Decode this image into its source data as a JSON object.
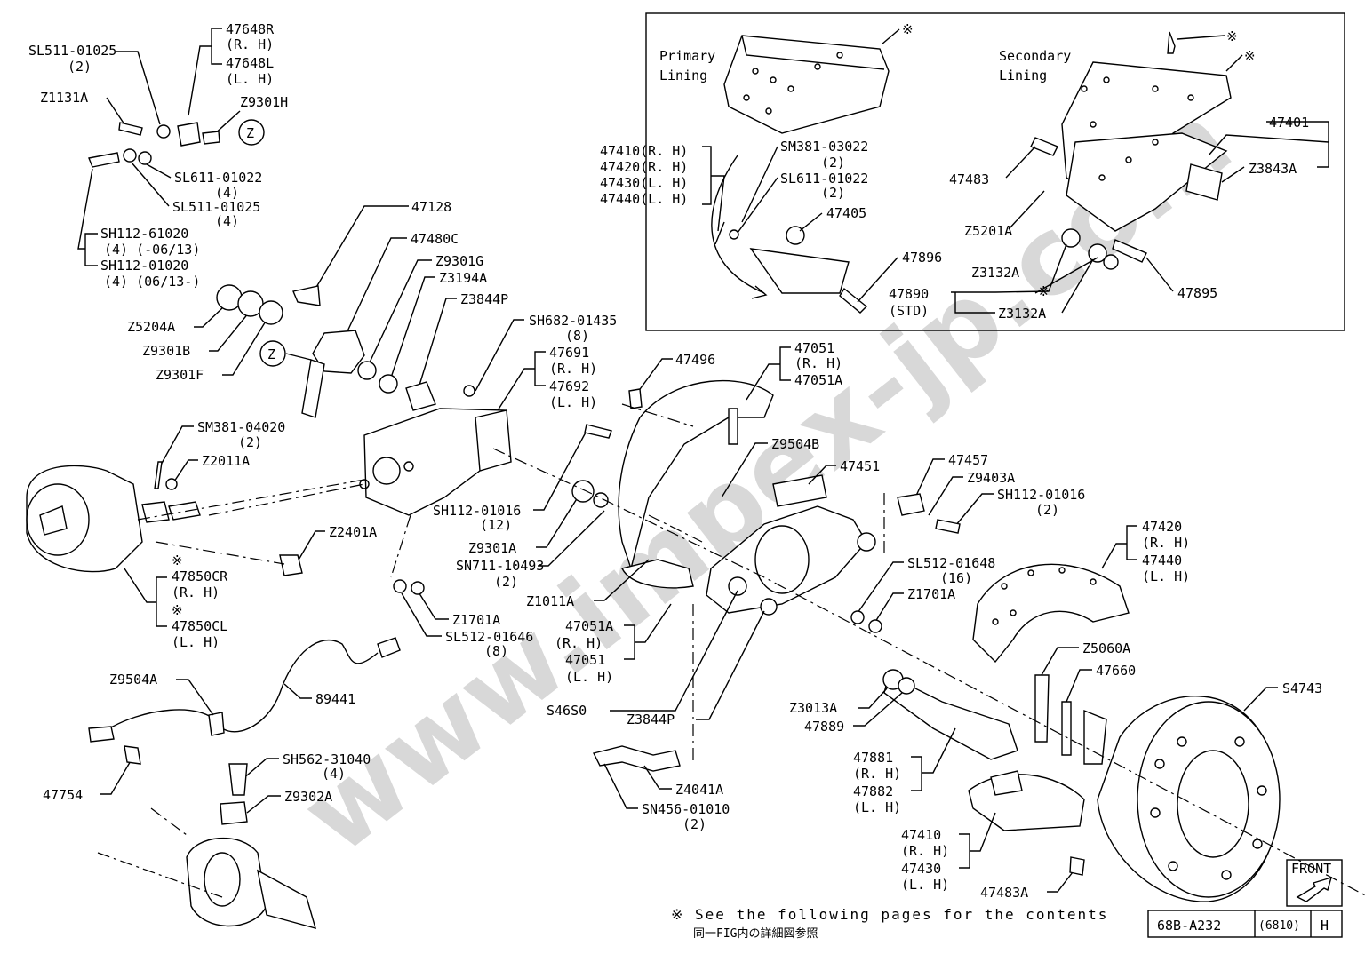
{
  "watermark": "www.impex-jp.com",
  "inset": {
    "primary_lining": [
      "Primary",
      "Lining"
    ],
    "secondary_lining": [
      "Secondary",
      "Lining"
    ],
    "labels": {
      "l47410": "47410(R. H)",
      "l47420": "47420(R. H)",
      "l47430": "47430(L. H)",
      "l47440": "47440(L. H)",
      "sm381": "SM381-03022",
      "sm381_qty": "(2)",
      "sl611": "SL611-01022",
      "sl611_qty": "(2)",
      "p47405": "47405",
      "p47896": "47896",
      "p47890": "47890",
      "p47890_std": "(STD)",
      "z3132a_1": "Z3132A",
      "z3132a_2": "Z3132A",
      "p47483": "47483",
      "z5201a": "Z5201A",
      "p47401": "47401",
      "z3843a": "Z3843A",
      "p47895": "47895",
      "mark": "※"
    }
  },
  "labels": {
    "p47648r": "47648R",
    "p47648r_rh": "(R. H)",
    "p47648l": "47648L",
    "p47648l_lh": "(L. H)",
    "sl511_top": "SL511-01025",
    "sl511_top_qty": "(2)",
    "z1131a": "Z1131A",
    "z9301h": "Z9301H",
    "z_circle_1": "Z",
    "sl611": "SL611-01022",
    "sl611_qty": "(4)",
    "sl511": "SL511-01025",
    "sl511_qty": "(4)",
    "sh112_61020": "SH112-61020",
    "sh112_61020_note": "(4) (-06/13)",
    "sh112_01020": "SH112-01020",
    "sh112_01020_note": "(4) (06/13-)",
    "p47128": "47128",
    "p47480c": "47480C",
    "z9301g": "Z9301G",
    "z3194a": "Z3194A",
    "z3844p_top": "Z3844P",
    "sh682": "SH682-01435",
    "sh682_qty": "(8)",
    "p47691": "47691",
    "p47691_rh": "(R. H)",
    "p47692": "47692",
    "p47692_lh": "(L. H)",
    "z5204a": "Z5204A",
    "z9301b": "Z9301B",
    "z9301f": "Z9301F",
    "z_circle_2": "Z",
    "sm381_04020": "SM381-04020",
    "sm381_04020_qty": "(2)",
    "z2011a": "Z2011A",
    "z2401a": "Z2401A",
    "mark1": "※",
    "p47850cr": "47850CR",
    "p47850cr_rh": "(R. H)",
    "mark2": "※",
    "p47850cl": "47850CL",
    "p47850cl_lh": "(L. H)",
    "sh112_01016": "SH112-01016",
    "sh112_01016_qty": "(12)",
    "z9301a": "Z9301A",
    "sn711": "SN711-10493",
    "sn711_qty": "(2)",
    "z1011a": "Z1011A",
    "z1701a_left": "Z1701A",
    "sl512_left": "SL512-01646",
    "sl512_left_qty": "(8)",
    "p47496": "47496",
    "p47051_top": "47051",
    "p47051_top_rh": "(R. H)",
    "p47051a_top": "47051A",
    "z9504b": "Z9504B",
    "p47451": "47451",
    "p47457": "47457",
    "z9403a": "Z9403A",
    "sh112_01016_r": "SH112-01016",
    "sh112_01016_r_qty": "(2)",
    "sl512_right": "SL512-01648",
    "sl512_right_qty": "(16)",
    "z1701a_right": "Z1701A",
    "p47420": "47420",
    "p47420_rh": "(R. H)",
    "p47440": "47440",
    "p47440_lh": "(L. H)",
    "p47051a_mid": "47051A",
    "p47051a_mid_rh": "(R. H)",
    "p47051_mid": "47051",
    "p47051_mid_lh": "(L. H)",
    "z9504a": "Z9504A",
    "p89441": "89441",
    "s4680": "S46S0",
    "z3844p_mid": "Z3844P",
    "z3013a": "Z3013A",
    "p47889": "47889",
    "z5060a": "Z5060A",
    "p47660": "47660",
    "s4743": "S4743",
    "sh562": "SH562-31040",
    "sh562_qty": "(4)",
    "p47754": "47754",
    "z9302a": "Z9302A",
    "z4041a": "Z4041A",
    "sn456": "SN456-01010",
    "sn456_qty": "(2)",
    "p47881": "47881",
    "p47881_rh": "(R. H)",
    "p47882": "47882",
    "p47882_lh": "(L. H)",
    "p47410": "47410",
    "p47410_rh": "(R. H)",
    "p47430": "47430",
    "p47430_lh": "(L. H)",
    "p47483a": "47483A"
  },
  "footer": {
    "note_line1": "※ See the following pages for the contents",
    "note_line2": "同一FIG内の詳細図参照",
    "front": "FRONT",
    "code": "68B-A232",
    "model": "(6810)",
    "rev": "H"
  }
}
